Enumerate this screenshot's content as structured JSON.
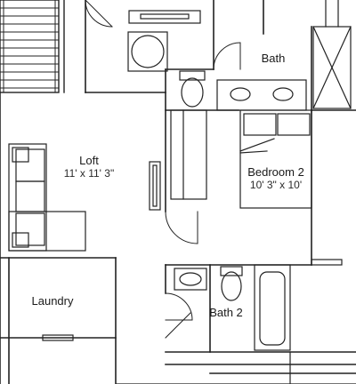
{
  "rooms": {
    "loft": {
      "name": "Loft",
      "dims": "11' x 11' 3\""
    },
    "bath": {
      "name": "Bath"
    },
    "bedroom2": {
      "name": "Bedroom 2",
      "dims": "10' 3\" x 10'"
    },
    "laundry": {
      "name": "Laundry"
    },
    "bath2": {
      "name": "Bath 2"
    }
  }
}
